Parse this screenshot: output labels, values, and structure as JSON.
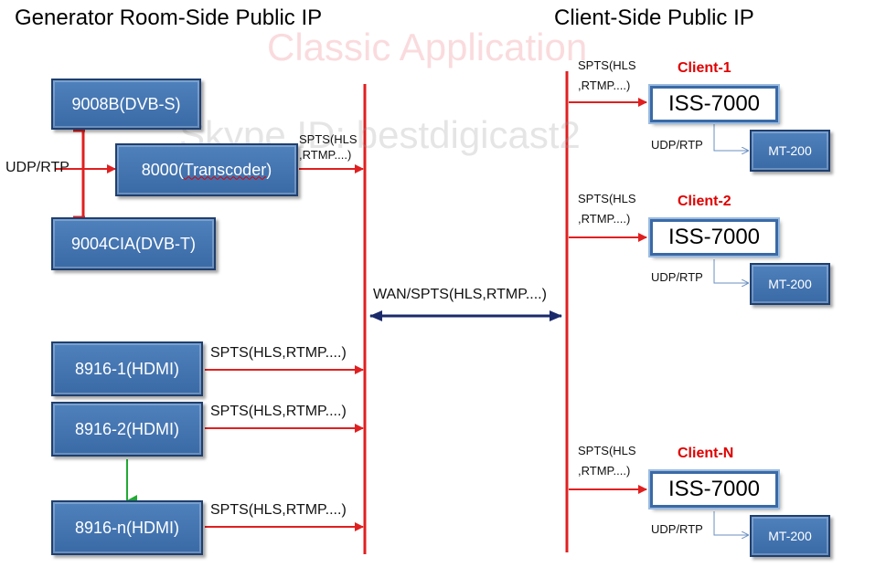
{
  "headings": {
    "left": "Generator Room-Side Public IP",
    "right": "Client-Side  Public IP"
  },
  "watermarks": {
    "line1": "Classic Application",
    "line2": "Skype ID: bestdigicast2"
  },
  "generator_boxes": {
    "dvbs": "9008B(DVB-S)",
    "transcoder_prefix": "8000(",
    "transcoder_word": "Transcoder",
    "transcoder_suffix": ")",
    "dvbt": "9004CIA(DVB-T)",
    "hdmi1": "8916-1(HDMI)",
    "hdmi2": "8916-2(HDMI)",
    "hdmin": "8916-n(HDMI)"
  },
  "labels": {
    "udp_rtp_left": "UDP/RTP",
    "transcoder_spts_line1": "SPTS(HLS",
    "transcoder_spts_line2": ",RTMP....)",
    "hdmi1_spts": "SPTS(HLS,RTMP....)",
    "hdmi2_spts": "SPTS(HLS,RTMP....)",
    "hdmin_spts": "SPTS(HLS,RTMP....)",
    "wan": "WAN/SPTS(HLS,RTMP....)"
  },
  "clients": [
    {
      "name": "Client-1",
      "spts_line1": "SPTS(HLS",
      "spts_line2": ",RTMP....)",
      "device": "ISS-7000",
      "udp_rtp": "UDP/RTP",
      "player": "MT-200"
    },
    {
      "name": "Client-2",
      "spts_line1": "SPTS(HLS",
      "spts_line2": ",RTMP....)",
      "device": "ISS-7000",
      "udp_rtp": "UDP/RTP",
      "player": "MT-200"
    },
    {
      "name": "Client-N",
      "spts_line1": "SPTS(HLS",
      "spts_line2": ",RTMP....)",
      "device": "ISS-7000",
      "udp_rtp": "UDP/RTP",
      "player": "MT-200"
    }
  ],
  "colors": {
    "box_fill": "#4f81bd",
    "box_border": "#1f3f6e",
    "red_line": "#e02020",
    "wan_arrow": "#1b2a6b",
    "green_arrow": "#22aa33",
    "thin_arrow": "#6a8fc0",
    "client_label": "#e00000"
  }
}
